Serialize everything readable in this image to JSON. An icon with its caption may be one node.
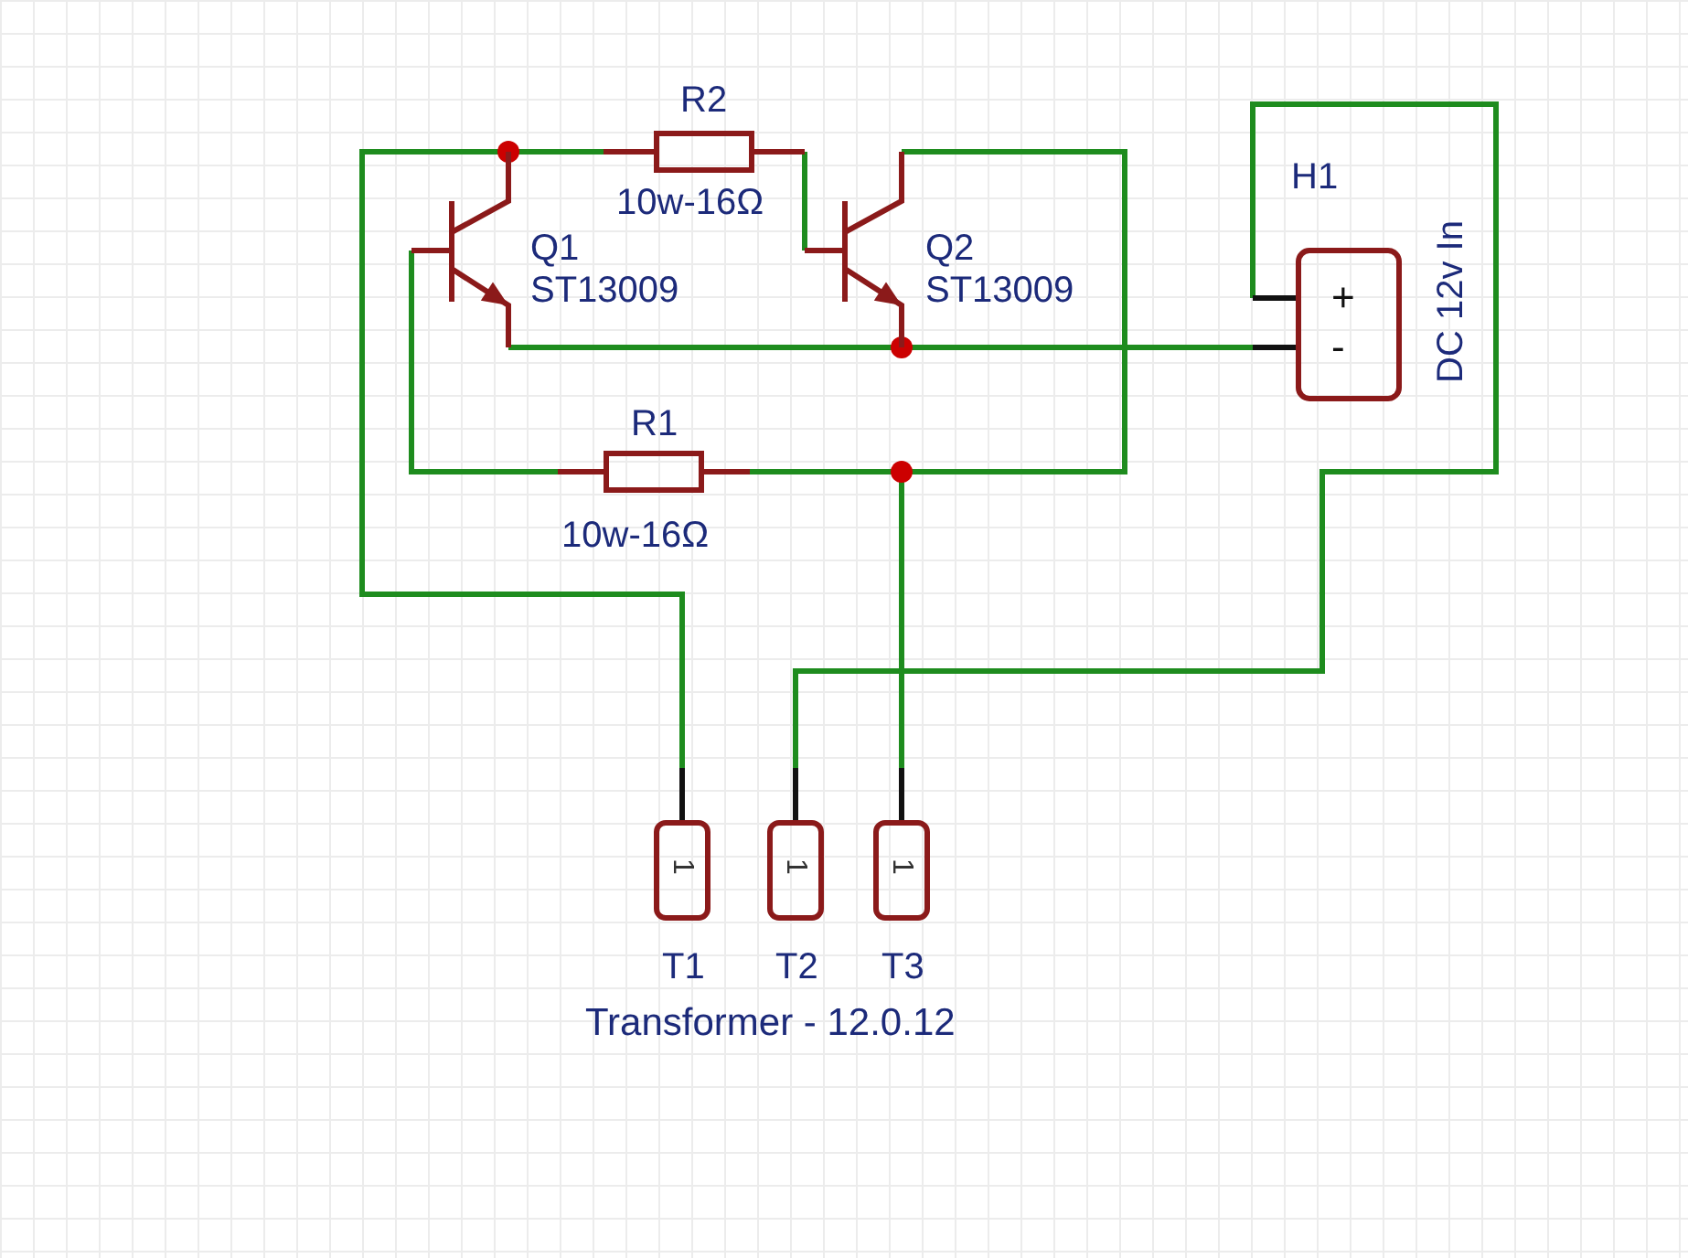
{
  "diagram": {
    "nodes": [
      {
        "text": [],
        "shape": "transistor",
        "beside": [
          "Q1",
          "ST13009"
        ]
      },
      {
        "text": [],
        "shape": "transistor",
        "beside": [
          "Q2",
          "ST13009"
        ]
      },
      {
        "text": [],
        "shape": "resistor",
        "beside": [
          "R2",
          "10w-16Ω"
        ]
      },
      {
        "text": [],
        "shape": "resistor",
        "beside": [
          "R1",
          "10w-16Ω"
        ]
      },
      {
        "text": [
          "+",
          "-"
        ],
        "beside": [
          "H1",
          "DC 12v In"
        ]
      },
      {
        "text": [
          "1"
        ],
        "beside": [
          "T1"
        ]
      },
      {
        "text": [
          "1"
        ],
        "beside": [
          "T2"
        ]
      },
      {
        "text": [
          "1"
        ],
        "beside": [
          "T3"
        ]
      }
    ],
    "edges": [
      {
        "from": 0,
        "to": 5,
        "arrow": "none"
      },
      {
        "from": 0,
        "to": 2,
        "arrow": "none"
      },
      {
        "from": 2,
        "to": 1,
        "arrow": "none"
      },
      {
        "from": 1,
        "to": 3,
        "arrow": "none"
      },
      {
        "from": 1,
        "to": 7,
        "arrow": "none"
      },
      {
        "from": 0,
        "to": 3,
        "arrow": "none"
      },
      {
        "from": 0,
        "to": 1,
        "arrow": "none"
      },
      {
        "from": 1,
        "to": 4,
        "arrow": "none"
      },
      {
        "from": 4,
        "to": 6,
        "arrow": "none"
      }
    ],
    "labels": [
      "Transformer - 12.0.12"
    ]
  }
}
